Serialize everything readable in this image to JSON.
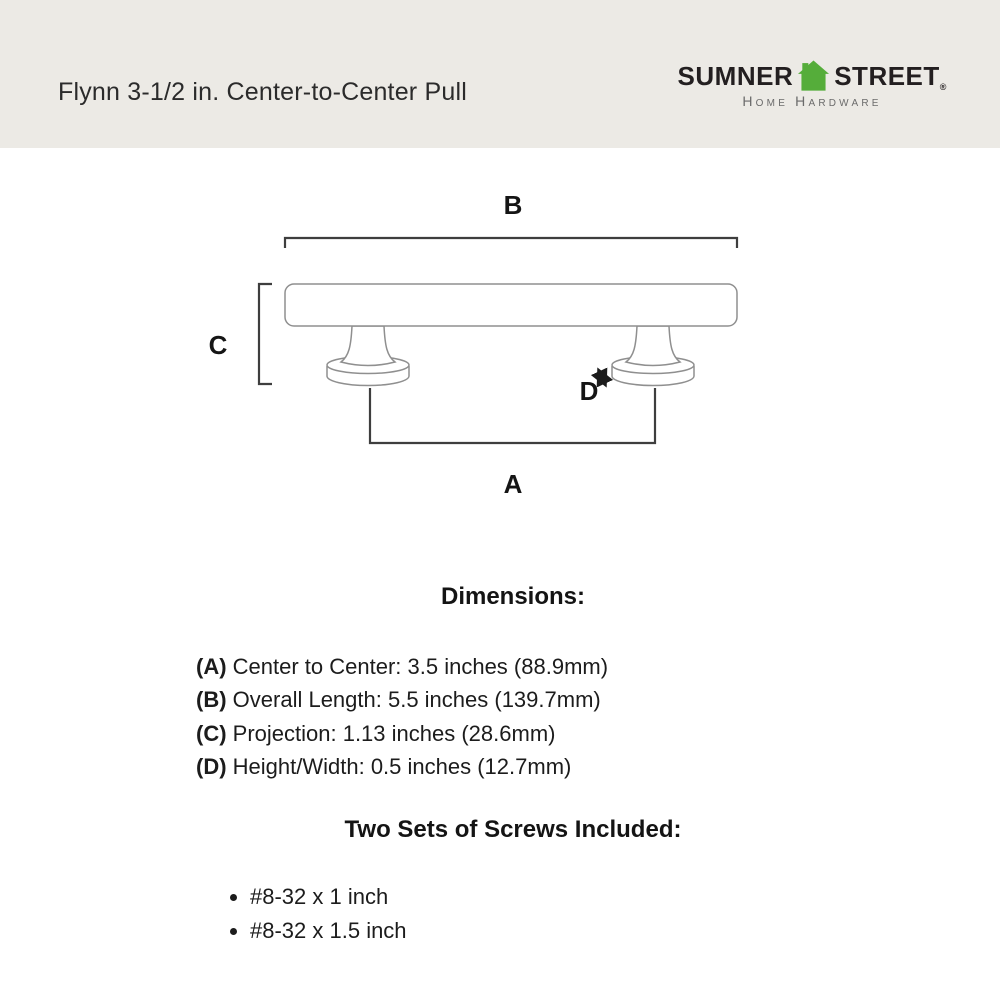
{
  "header": {
    "title": "Flynn 3-1/2 in. Center-to-Center Pull",
    "logo": {
      "word1": "SUMNER",
      "word2": "STREET",
      "registered": "®",
      "tagline": "Home Hardware",
      "house_color": "#55ad3a"
    }
  },
  "diagram": {
    "labels": {
      "a": "A",
      "b": "B",
      "c": "C",
      "d": "D"
    }
  },
  "dimensions": {
    "heading": "Dimensions:",
    "items": [
      {
        "label": "(A)",
        "text": " Center to Center: 3.5 inches (88.9mm)"
      },
      {
        "label": "(B)",
        "text": " Overall Length: 5.5 inches (139.7mm)"
      },
      {
        "label": "(C)",
        "text": " Projection: 1.13 inches (28.6mm)"
      },
      {
        "label": "(D)",
        "text": " Height/Width: 0.5 inches (12.7mm)"
      }
    ]
  },
  "screws": {
    "heading": "Two Sets of Screws Included:",
    "items": [
      "#8-32 x 1 inch",
      "#8-32 x 1.5 inch"
    ]
  },
  "colors": {
    "header_bg": "#eceae5",
    "body_text": "#1c1c1c",
    "logo_text": "#231f20",
    "logo_green": "#55ad3a",
    "tagline_gray": "#6b6b6b",
    "drawing_stroke": "#8f8f8f",
    "dimension_stroke": "#3e3e3e"
  }
}
